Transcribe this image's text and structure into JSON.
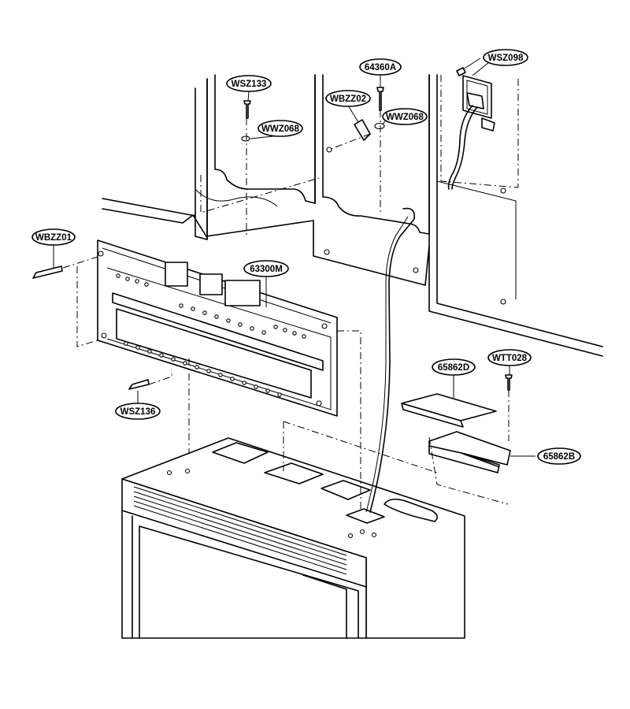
{
  "callouts": [
    {
      "id": "wsz133",
      "label": "WSZ133"
    },
    {
      "id": "wwz068a",
      "label": "WWZ068"
    },
    {
      "id": "wbzz02",
      "label": "WBZZ02"
    },
    {
      "id": "s64360a",
      "label": "64360A"
    },
    {
      "id": "wwz068b",
      "label": "WWZ068"
    },
    {
      "id": "wsz098",
      "label": "WSZ098"
    },
    {
      "id": "wbzz01",
      "label": "WBZZ01"
    },
    {
      "id": "s63300m",
      "label": "63300M"
    },
    {
      "id": "wsz136",
      "label": "WSZ136"
    },
    {
      "id": "s65862d",
      "label": "65862D"
    },
    {
      "id": "wtt028",
      "label": "WTT028"
    },
    {
      "id": "s65862b",
      "label": "65862B"
    }
  ]
}
